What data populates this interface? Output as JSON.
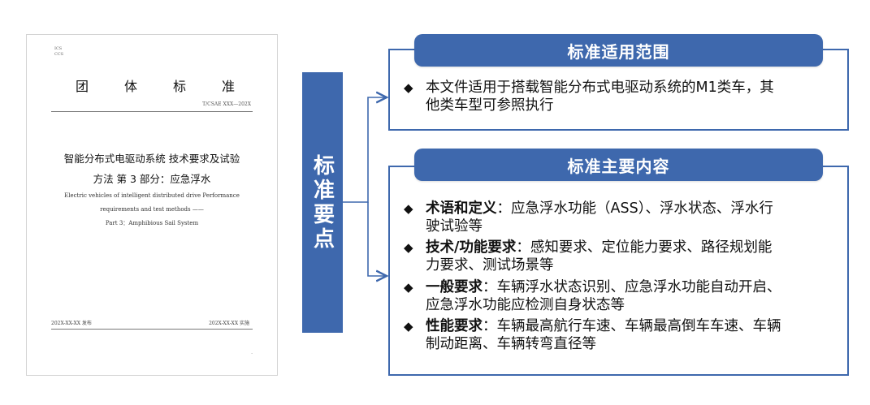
{
  "document": {
    "ics": "ICS",
    "ccs": "CCS",
    "org_title_chars": [
      "团",
      "体",
      "标",
      "准"
    ],
    "standard_number": "T/CSAE XXX—202X",
    "cn_title_line1": "智能分布式电驱动系统 技术要求及试验",
    "cn_title_line2": "方法 第 3 部分：应急浮水",
    "en_title_line1": "Electric vehicles of intelligent distributed drive Performance",
    "en_title_line2": "requirements and test methods ——",
    "en_title_line3": "Part 3：Amphibious Sail System",
    "publish_date": "202X-XX-XX 发布",
    "implement_date": "202X-XX-XX 实施"
  },
  "side_label": "标准要点",
  "scope": {
    "header": "标准适用范围",
    "bullet_symbol": "◆",
    "text_line1": "本文件适用于搭载智能分布式电驱动系统的M1类车，其",
    "text_line2": "他类车型可参照执行"
  },
  "content": {
    "header": "标准主要内容",
    "items": [
      {
        "term": "术语和定义",
        "sep": "：",
        "line1": "应急浮水功能（ASS）、浮水状态、浮水行",
        "line2": "驶试验等"
      },
      {
        "term": "技术/功能要求",
        "sep": "：",
        "line1": "感知要求、定位能力要求、路径规划能",
        "line2": "力要求、测试场景等"
      },
      {
        "term": "一般要求",
        "sep": "：",
        "line1": "车辆浮水状态识别、应急浮水功能自动开启、",
        "line2": "应急浮水功能应检测自身状态等"
      },
      {
        "term": "性能要求",
        "sep": "：",
        "line1": "车辆最高航行车速、车辆最高倒车车速、车辆",
        "line2": "制动距离、车辆转弯直径等"
      }
    ]
  },
  "colors": {
    "accent": "#3e68ad",
    "text": "#111111"
  }
}
